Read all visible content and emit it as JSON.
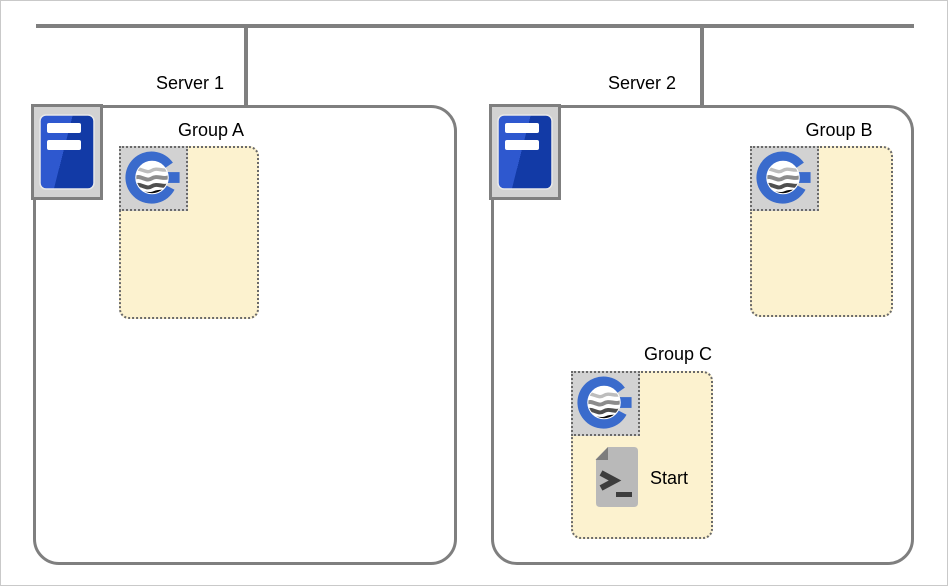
{
  "diagram_title": "",
  "network": {
    "bus": "network-bus",
    "connector_color": "#7f7f7f"
  },
  "servers": [
    {
      "label": "Server 1",
      "icon": "server-tower-icon",
      "groups": [
        {
          "label": "Group A",
          "icon": "g-logo-icon",
          "items": []
        }
      ]
    },
    {
      "label": "Server 2",
      "icon": "server-tower-icon",
      "groups": [
        {
          "label": "Group B",
          "icon": "g-logo-icon",
          "items": []
        },
        {
          "label": "Group C",
          "icon": "g-logo-icon",
          "items": [
            {
              "type": "script",
              "icon": "script-start-icon",
              "label": "Start"
            }
          ]
        }
      ]
    }
  ],
  "icons": {
    "server": "server-tower-icon",
    "group_logo": "g-logo-icon",
    "script": "script-start-icon"
  },
  "colors": {
    "connector": "#7f7f7f",
    "server_box_border": "#7f7f7f",
    "group_fill": "#fcf2cf",
    "group_border": "#6a6a6a",
    "icon_tile_fill": "#d2d2d2",
    "server_blue_light": "#2e58cf",
    "server_blue_dark": "#123aa6",
    "logo_blue": "#3a6bcc",
    "script_fill": "#b9b9b9",
    "script_fold": "#7d7d7d",
    "script_glyph": "#3d3d3d",
    "page_border": "#c9c9c9",
    "text": "#000000"
  }
}
